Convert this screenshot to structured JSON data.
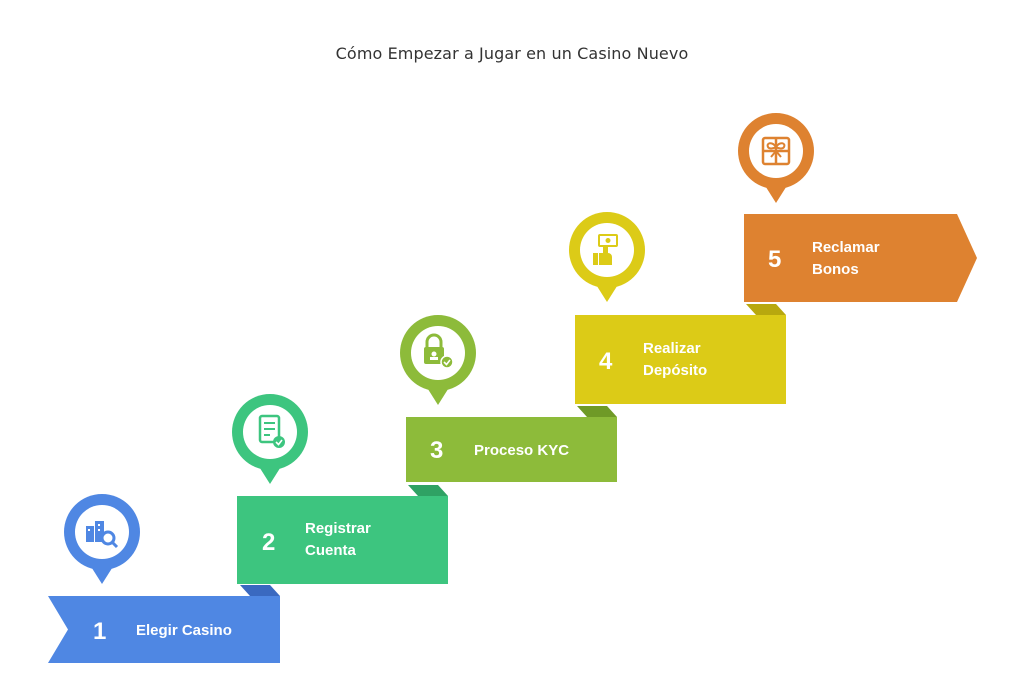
{
  "title": "Cómo Empezar a Jugar en un Casino Nuevo",
  "steps": [
    {
      "number": "1",
      "label_lines": [
        "Elegir Casino"
      ],
      "color": "#4F87E3",
      "dark": "#3A69C0",
      "icon": "casino-search-icon"
    },
    {
      "number": "2",
      "label_lines": [
        "Registrar",
        "Cuenta"
      ],
      "color": "#3DC57F",
      "dark": "#2FA264",
      "icon": "registration-form-icon"
    },
    {
      "number": "3",
      "label_lines": [
        "Proceso KYC"
      ],
      "color": "#8DBB3A",
      "dark": "#6F9A27",
      "icon": "secure-verification-icon"
    },
    {
      "number": "4",
      "label_lines": [
        "Realizar",
        "Depósito"
      ],
      "color": "#DCCB17",
      "dark": "#B8A80E",
      "icon": "cash-deposit-icon"
    },
    {
      "number": "5",
      "label_lines": [
        "Reclamar",
        "Bonos"
      ],
      "color": "#DE8230",
      "dark": "#B96722",
      "icon": "gift-bonus-icon"
    }
  ]
}
